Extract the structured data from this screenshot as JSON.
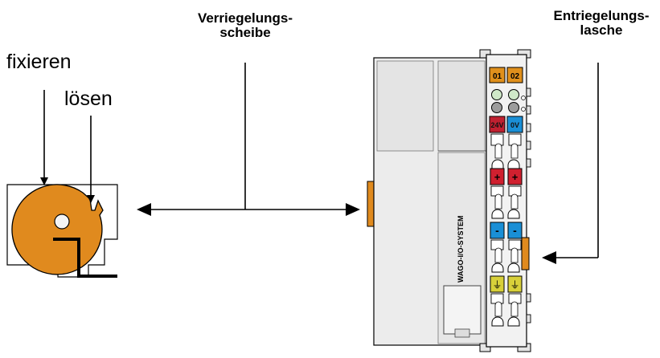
{
  "labels": {
    "verriegelungsscheibe": [
      "Verriegelungs-",
      "scheibe"
    ],
    "entriegelungslasche": [
      "Entriegelungs-",
      "lasche"
    ],
    "fixieren": "fixieren",
    "loesen": "lösen"
  },
  "module": {
    "brand_text": "WAGO-I/O-SYSTEM",
    "slot_labels": [
      "01",
      "02"
    ],
    "power_labels": [
      "24V",
      "0V"
    ],
    "plus_symbol": "+",
    "minus_symbol": "-",
    "ground_symbol": "⏚"
  },
  "colors": {
    "locking_disc": "#e08a1e",
    "plus_contacts": "#d0202f",
    "minus_contacts": "#1a8fd6",
    "ground_contacts": "#d8d03a",
    "slot_labels": "#e0901c",
    "housing": "#e9e9e9"
  }
}
